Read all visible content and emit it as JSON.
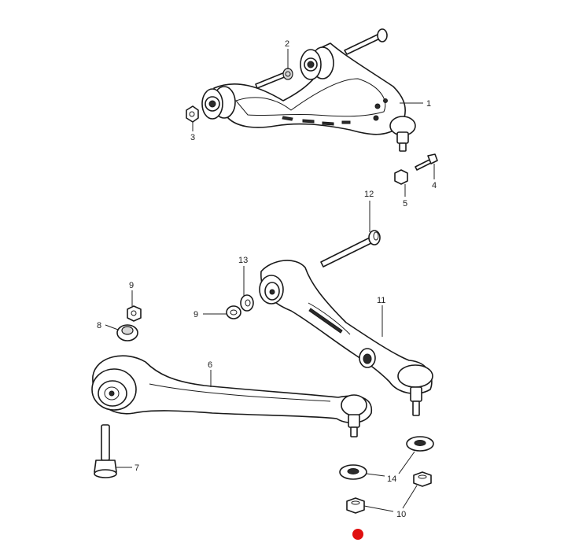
{
  "diagram": {
    "callouts": [
      "1",
      "2",
      "3",
      "4",
      "5",
      "6",
      "7",
      "8",
      "9",
      "9",
      "10",
      "11",
      "12",
      "13",
      "14"
    ],
    "marker_color": "#e01010",
    "line_color": "#1a1a1a",
    "background": "#ffffff"
  }
}
